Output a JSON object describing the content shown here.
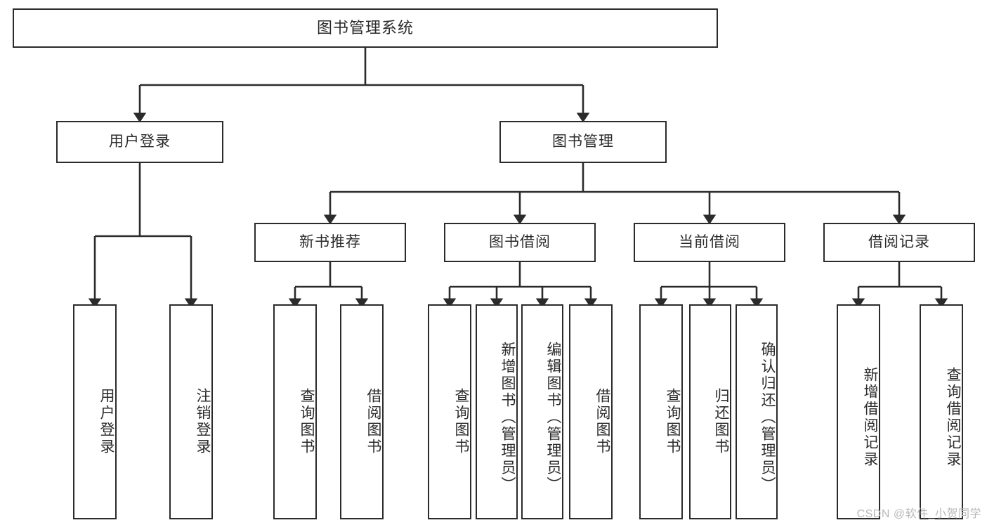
{
  "diagram": {
    "title": "图书管理系统",
    "type": "tree",
    "root": {
      "id": "root",
      "label": "图书管理系统"
    },
    "level2": [
      {
        "id": "user-login",
        "label": "用户登录"
      },
      {
        "id": "book-manage",
        "label": "图书管理"
      }
    ],
    "level3": [
      {
        "id": "new-book-recommend",
        "label": "新书推荐",
        "parent": "book-manage"
      },
      {
        "id": "book-borrow",
        "label": "图书借阅",
        "parent": "book-manage"
      },
      {
        "id": "current-borrow",
        "label": "当前借阅",
        "parent": "book-manage"
      },
      {
        "id": "borrow-record",
        "label": "借阅记录",
        "parent": "book-manage"
      }
    ],
    "leaves": {
      "user-login": [
        {
          "id": "leaf-user-login",
          "label": "用户登录"
        },
        {
          "id": "leaf-user-logout",
          "label": "注销登录"
        }
      ],
      "new-book-recommend": [
        {
          "id": "leaf-query-book-1",
          "label": "查询图书"
        },
        {
          "id": "leaf-borrow-book-1",
          "label": "借阅图书"
        }
      ],
      "book-borrow": [
        {
          "id": "leaf-query-book-2",
          "label": "查询图书"
        },
        {
          "id": "leaf-add-book",
          "label": "新增图书（管理员）"
        },
        {
          "id": "leaf-edit-book",
          "label": "编辑图书（管理员）"
        },
        {
          "id": "leaf-borrow-book-2",
          "label": "借阅图书"
        }
      ],
      "current-borrow": [
        {
          "id": "leaf-query-book-3",
          "label": "查询图书"
        },
        {
          "id": "leaf-return-book",
          "label": "归还图书"
        },
        {
          "id": "leaf-confirm-return",
          "label": "确认归还（管理员）"
        }
      ],
      "borrow-record": [
        {
          "id": "leaf-add-record",
          "label": "新增借阅记录"
        },
        {
          "id": "leaf-query-record",
          "label": "查询借阅记录"
        }
      ]
    }
  },
  "watermark": {
    "text": "CSDN @软件_小贺同学"
  },
  "colors": {
    "stroke": "#2b2b2b",
    "background": "#ffffff",
    "text": "#2b2b2b",
    "watermark": "#b9b9b9"
  }
}
